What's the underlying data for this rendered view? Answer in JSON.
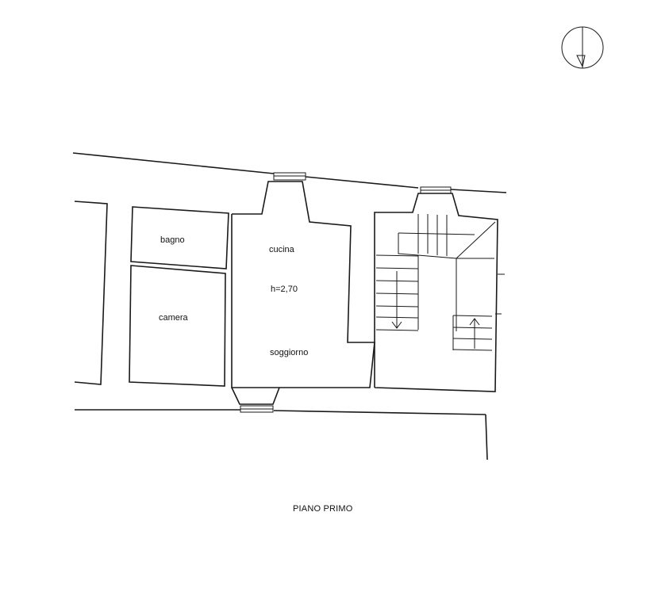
{
  "rooms": {
    "bathroom": "bagno",
    "bedroom": "camera",
    "kitchen": "cucina",
    "ceiling_height": "h=2,70",
    "living": "soggiorno"
  },
  "caption": "PIANO PRIMO",
  "icons": {
    "north_arrow": "north-arrow-icon"
  },
  "colors": {
    "line": "#1a1a1a",
    "background": "#ffffff"
  }
}
